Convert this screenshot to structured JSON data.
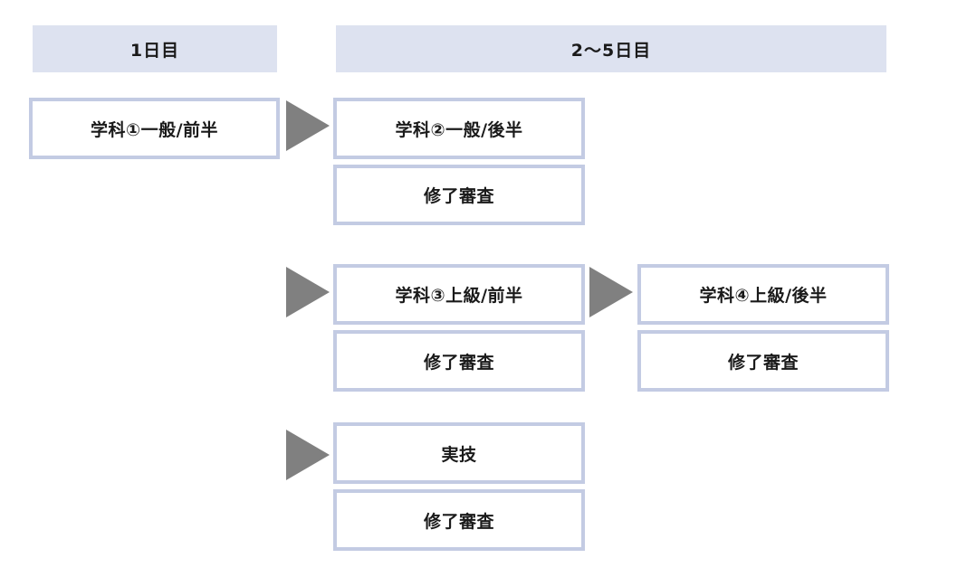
{
  "headers": {
    "day1": "1日目",
    "day2_5": "2～5日目"
  },
  "flow": {
    "general_first_half": "学科①一般/前半",
    "general_second_half": "学科②一般/後半",
    "review_1": "修了審査",
    "advanced_first_half": "学科③上級/前半",
    "review_2": "修了審査",
    "advanced_second_half": "学科④上級/後半",
    "review_3": "修了審査",
    "practical": "実技",
    "review_4": "修了審査"
  },
  "colors": {
    "header_bg": "#dde2f0",
    "box_border": "#c3cbe3",
    "arrow": "#808080",
    "text": "#1a1a1a"
  }
}
